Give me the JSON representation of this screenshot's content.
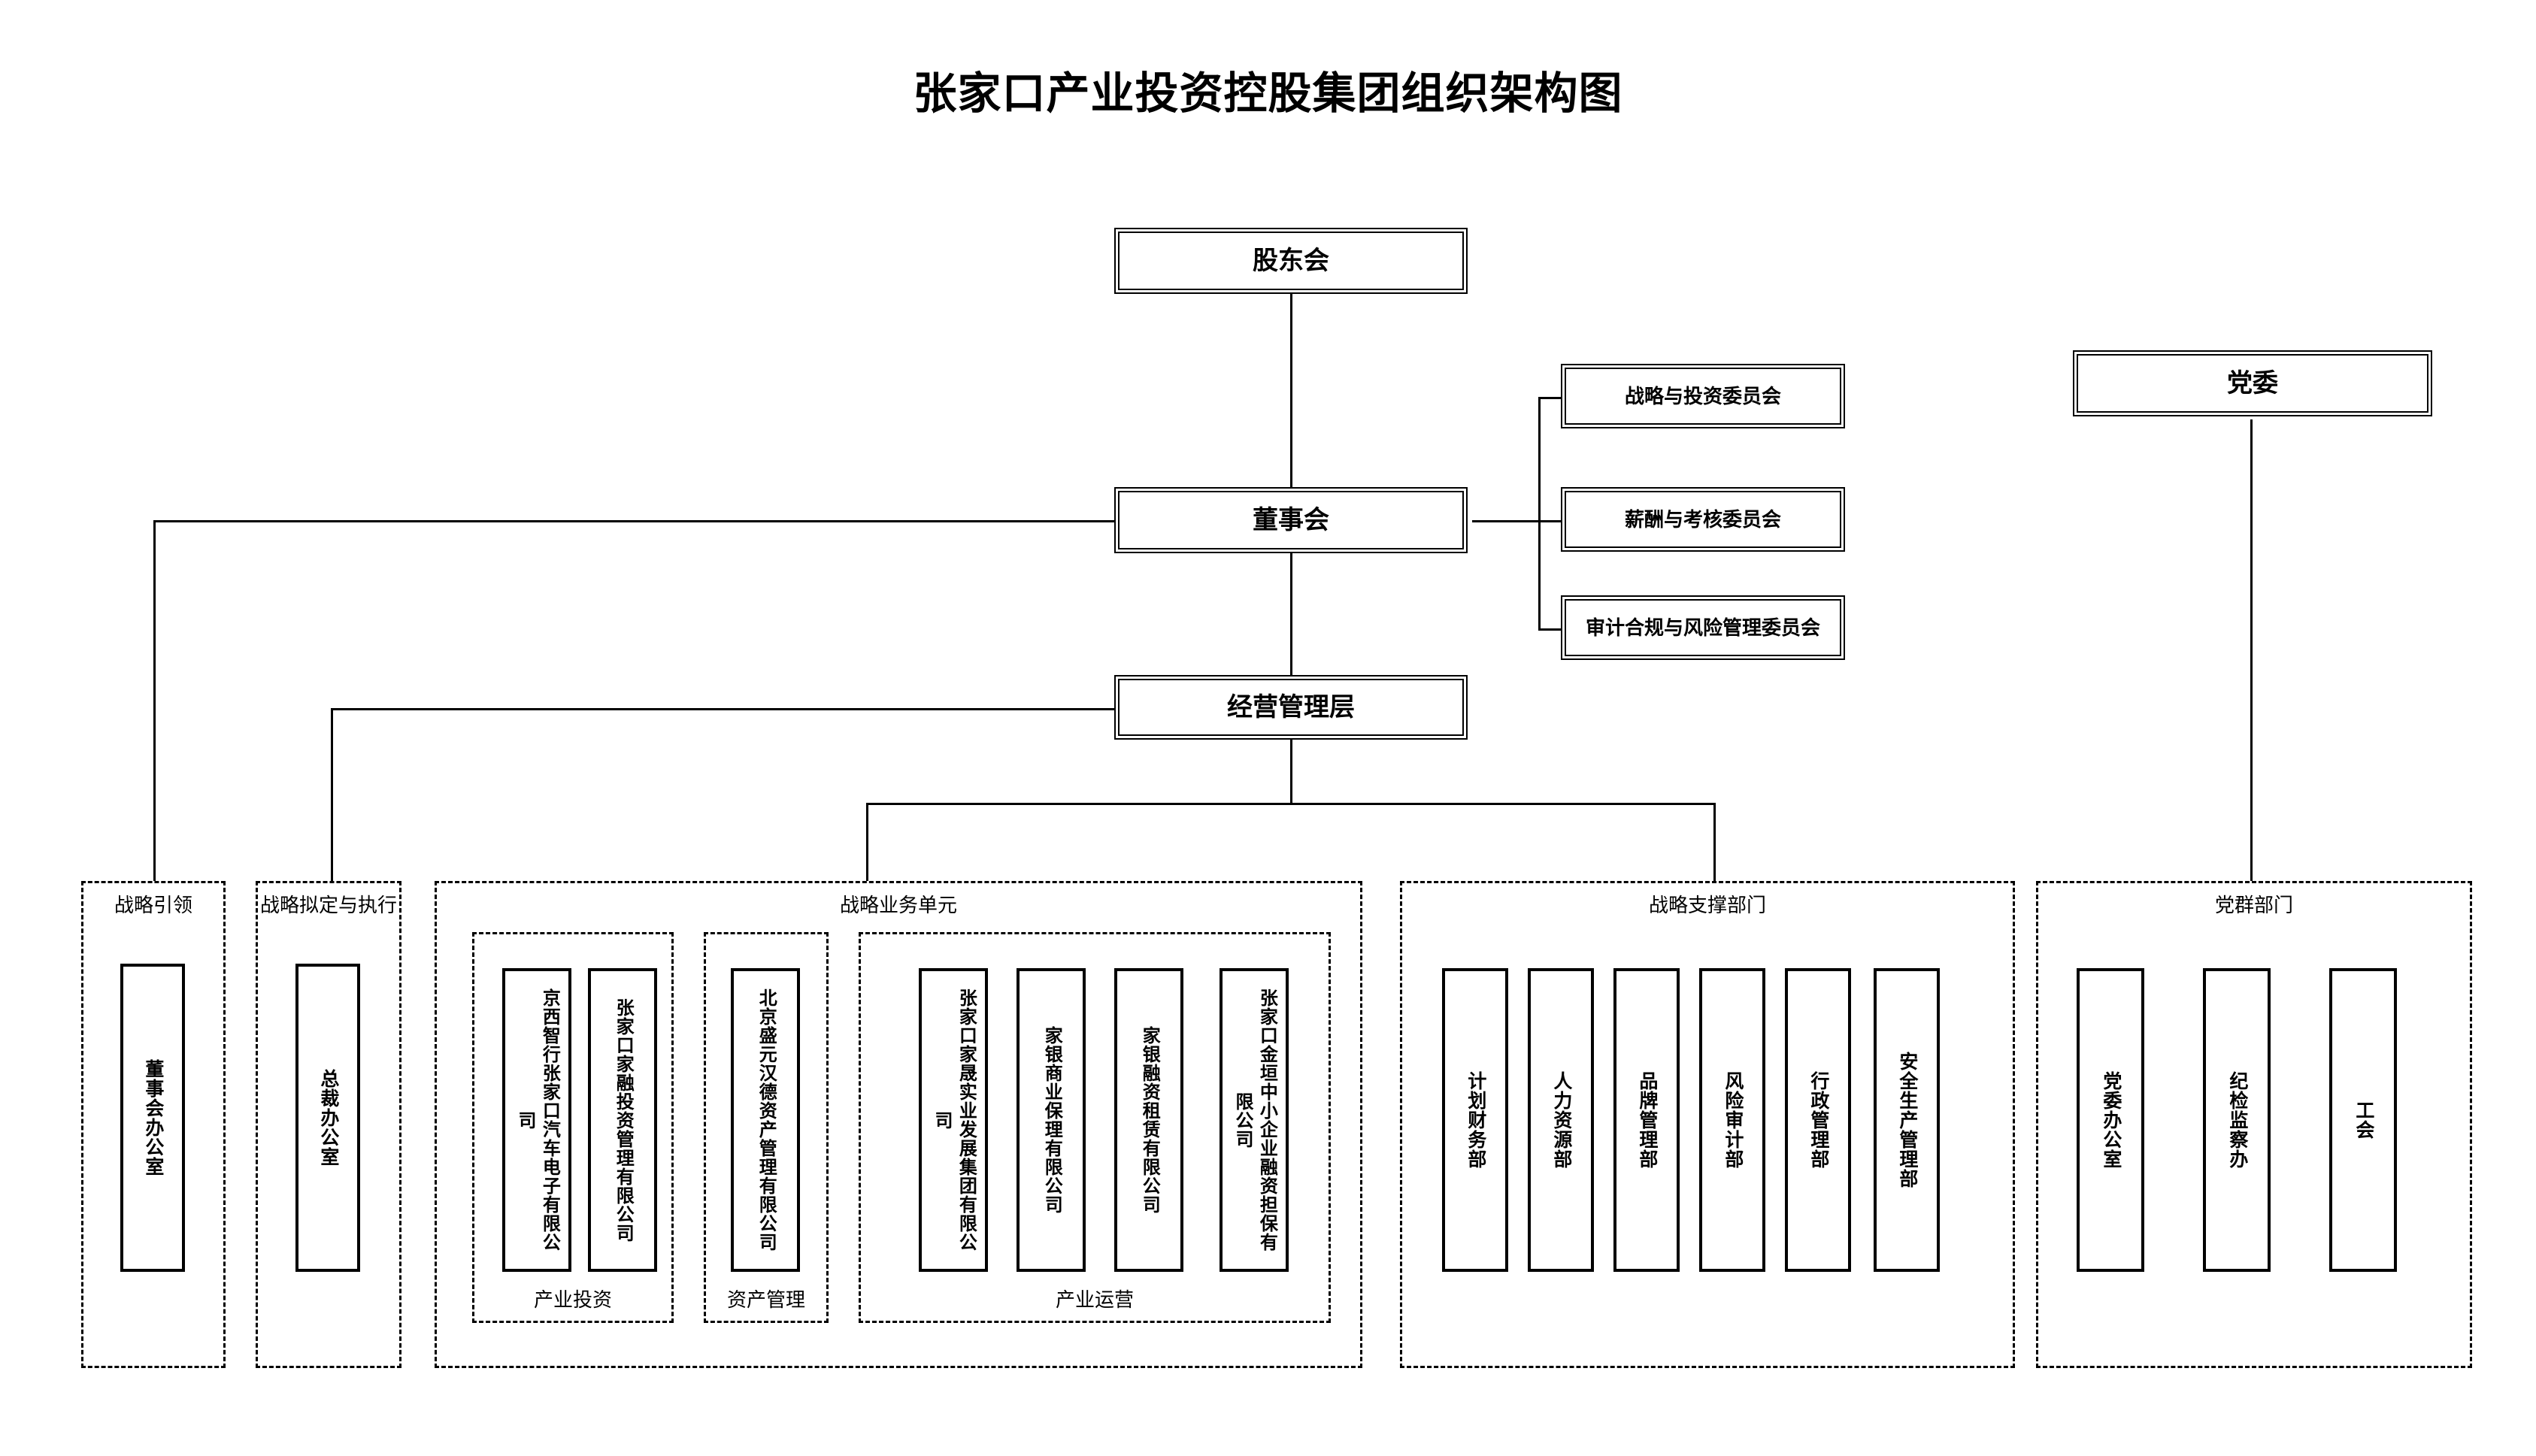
{
  "title": "张家口产业投资控股集团组织架构图",
  "governance": {
    "shareholders": "股东会",
    "board": "董事会",
    "management": "经营管理层",
    "party": "党委"
  },
  "committees": [
    {
      "label": "战略与投资委员会"
    },
    {
      "label": "薪酬与考核委员会"
    },
    {
      "label": "审计合规与风险管理委员会"
    }
  ],
  "groups": {
    "strategy_lead": {
      "title": "战略引领",
      "nodes": [
        {
          "label": "董事会办公室"
        }
      ]
    },
    "strategy_exec": {
      "title": "战略拟定与执行",
      "nodes": [
        {
          "label": "总裁办公室"
        }
      ]
    },
    "business_unit": {
      "title": "战略业务单元",
      "subgroups": [
        {
          "title": "产业投资",
          "nodes": [
            {
              "label": "京西智行张家口汽车电子有限公司"
            },
            {
              "label": "张家口家融投资管理有限公司"
            }
          ]
        },
        {
          "title": "资产管理",
          "nodes": [
            {
              "label": "北京盛元汉德资产管理有限公司"
            }
          ]
        },
        {
          "title": "产业运营",
          "nodes": [
            {
              "label": "张家口家晟实业发展集团有限公司"
            },
            {
              "label": "家银商业保理有限公司"
            },
            {
              "label": "家银融资租赁有限公司"
            },
            {
              "label": "张家口金垣中小企业融资担保有限公司"
            }
          ]
        }
      ]
    },
    "support": {
      "title": "战略支撑部门",
      "nodes": [
        {
          "label": "计划财务部"
        },
        {
          "label": "人力资源部"
        },
        {
          "label": "品牌管理部"
        },
        {
          "label": "风险审计部"
        },
        {
          "label": "行政管理部"
        },
        {
          "label": "安全生产管理部"
        }
      ]
    },
    "party_mass": {
      "title": "党群部门",
      "nodes": [
        {
          "label": "党委办公室"
        },
        {
          "label": "纪检监察办"
        },
        {
          "label": "工会"
        }
      ]
    }
  },
  "colors": {
    "line": "#000000",
    "background": "#ffffff",
    "text": "#000000"
  }
}
